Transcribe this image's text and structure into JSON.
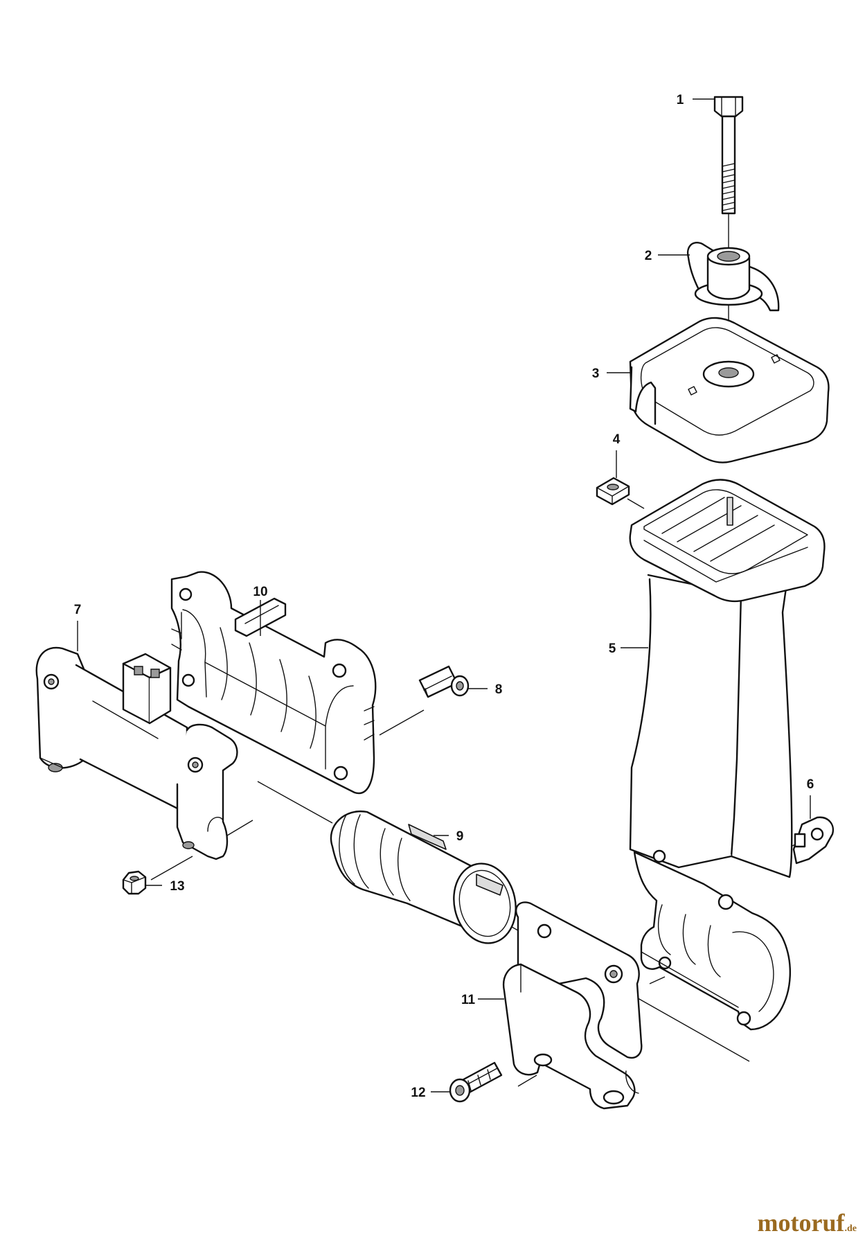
{
  "callouts": [
    {
      "id": "c1",
      "label": "1"
    },
    {
      "id": "c2",
      "label": "2"
    },
    {
      "id": "c3",
      "label": "3"
    },
    {
      "id": "c4",
      "label": "4"
    },
    {
      "id": "c5",
      "label": "5"
    },
    {
      "id": "c6",
      "label": "6"
    },
    {
      "id": "c7",
      "label": "7"
    },
    {
      "id": "c8",
      "label": "8"
    },
    {
      "id": "c9",
      "label": "9"
    },
    {
      "id": "c10",
      "label": "10"
    },
    {
      "id": "c11",
      "label": "11"
    },
    {
      "id": "c12",
      "label": "12"
    },
    {
      "id": "c13",
      "label": "13"
    }
  ],
  "watermark": {
    "text": "motoruf",
    "suffix": ".de"
  }
}
